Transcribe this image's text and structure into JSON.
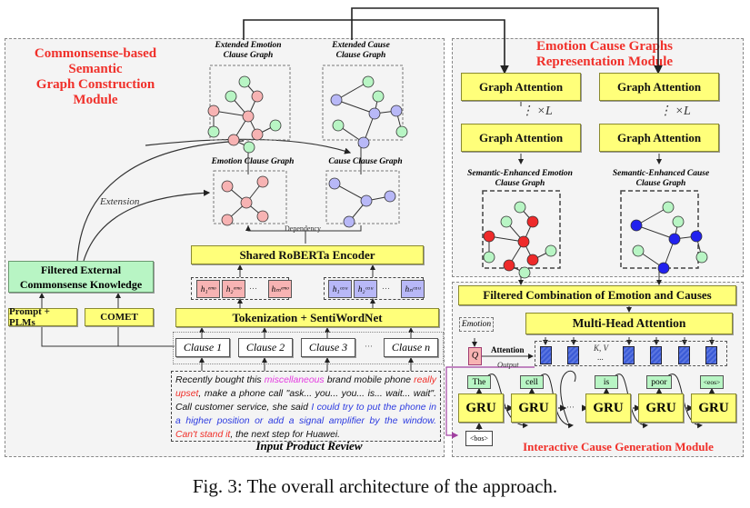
{
  "modules": {
    "left": {
      "title_line1": "Commonsense-based Semantic",
      "title_line2": "Graph Construction Module"
    },
    "right_top": {
      "title_line1": "Emotion Cause Graphs",
      "title_line2": "Representation Module"
    },
    "right_bottom": {
      "title": "Interactive Cause Generation Module"
    }
  },
  "graphs": {
    "extended_emotion": {
      "line1": "Extended Emotion",
      "line2": "Clause Graph"
    },
    "extended_cause": {
      "line1": "Extended Cause",
      "line2": "Clause Graph"
    },
    "emotion": "Emotion Clause Graph",
    "cause": "Cause Clause Graph",
    "dependency": "Dependency",
    "extension": "Extension",
    "semantic_emotion": {
      "line1": "Semantic-Enhanced Emotion",
      "line2": "Clause Graph"
    },
    "semantic_cause": {
      "line1": "Semantic-Enhanced Cause",
      "line2": "Clause Graph"
    }
  },
  "boxes": {
    "filtered_knowledge_line1": "Filtered External",
    "filtered_knowledge_line2": "Commonsense Knowledge",
    "prompt_plms": "Prompt + PLMs",
    "comet": "COMET",
    "roberta": "Shared RoBERTa Encoder",
    "tokenization": "Tokenization + SentiWordNet",
    "graph_attention": "Graph Attention",
    "times_l": "⋮  ×L",
    "filtered_combination": "Filtered Combination of Emotion and Causes",
    "multi_head": "Multi-Head Attention"
  },
  "hidden": {
    "emo": [
      "h₁ᵉᵐᵒ",
      "h₂ᵉᵐᵒ",
      "…",
      "hₘᵉᵐᵒ"
    ],
    "cau": [
      "h₁ᶜᵃᵘ",
      "h₂ᶜᵃᵘ",
      "…",
      "hₙᶜᵃᵘ"
    ]
  },
  "clauses": [
    "Clause  1",
    "Clause  2",
    "Clause  3",
    "···",
    "Clause  n"
  ],
  "review": {
    "segments": [
      {
        "text": "Recently bought this ",
        "color": "#111111"
      },
      {
        "text": "miscellaneous",
        "color": "#e43be0"
      },
      {
        "text": " brand mobile phone ",
        "color": "#111111"
      },
      {
        "text": "really upset",
        "color": "#f0302a"
      },
      {
        "text": ", make a phone call \"ask... you... you... is... wait... wait\". Call customer service, she said ",
        "color": "#111111"
      },
      {
        "text": "I could try to put the phone in a higher position or add a signal amplifier by the window.",
        "color": "#2d3be0"
      },
      {
        "text": " ",
        "color": "#111111"
      },
      {
        "text": "Can't stand it",
        "color": "#f0302a"
      },
      {
        "text": ", the next step for Huawei.",
        "color": "#111111"
      }
    ],
    "caption": "Input Product Review"
  },
  "decoder": {
    "emotion": "Emotion",
    "q": "Q",
    "attention": "Attention",
    "output": "Output",
    "kv": "K, V",
    "kv_dots": "...",
    "bos": "<bos>",
    "gru": "GRU",
    "dots": "···",
    "tokens": [
      "The",
      "cell",
      "is",
      "poor",
      "<eos>"
    ]
  },
  "figure_caption": "Fig. 3: The overall architecture of the approach.",
  "colors": {
    "title_red": "#f0302a",
    "yellow_box": "#ffff7a",
    "green_box": "#b8f5c4",
    "emotion_node": "#f7b3b3",
    "cause_node": "#b8b8f7",
    "knowledge_node": "#b8f5c4",
    "semantic_emotion_node": "#ee2a2a",
    "semantic_cause_node": "#2222ee"
  }
}
